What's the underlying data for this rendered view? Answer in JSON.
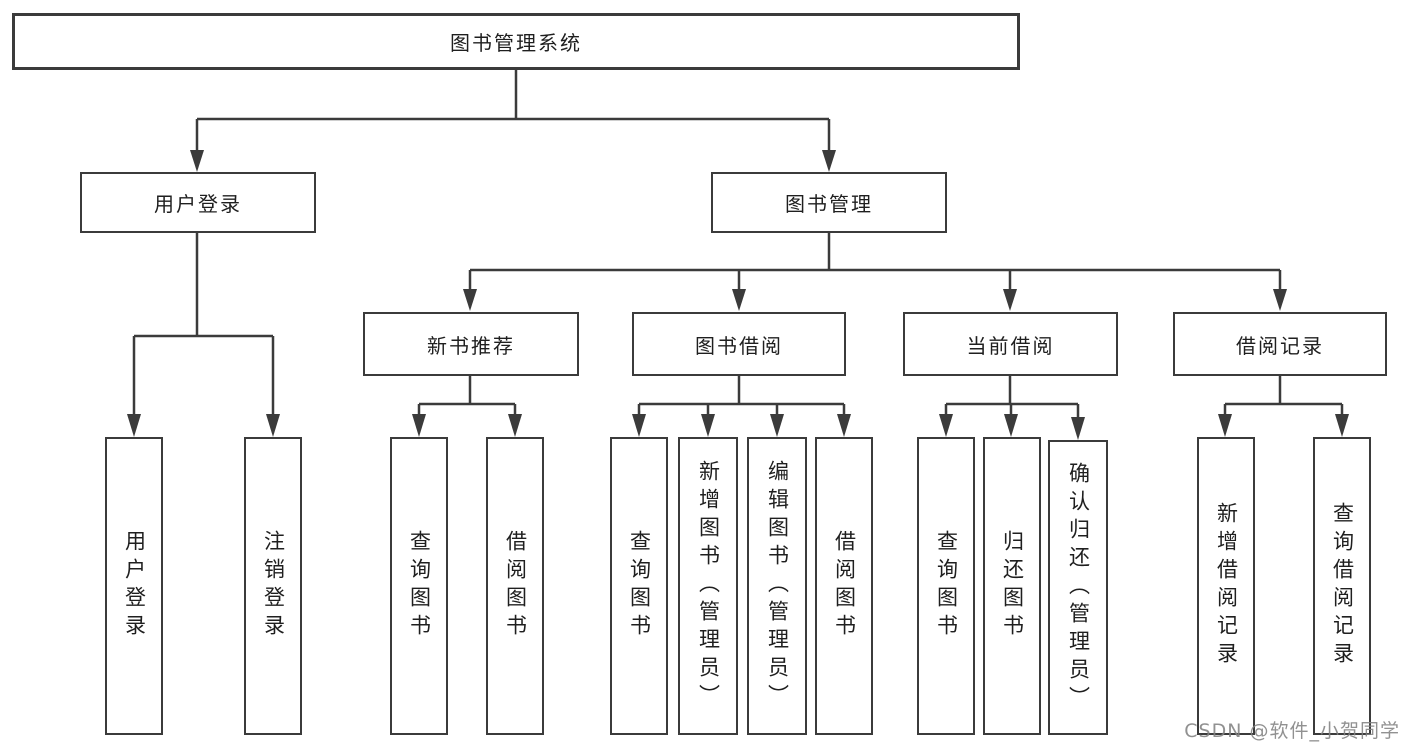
{
  "diagram": {
    "root": {
      "label": "图书管理系统"
    },
    "level2": [
      {
        "label": "用户登录"
      },
      {
        "label": "图书管理"
      }
    ],
    "level3": [
      {
        "label": "新书推荐"
      },
      {
        "label": "图书借阅"
      },
      {
        "label": "当前借阅"
      },
      {
        "label": "借阅记录"
      }
    ],
    "leaves": {
      "user_login": [
        "用户登录",
        "注销登录"
      ],
      "new_book": [
        "查询图书",
        "借阅图书"
      ],
      "book_borrow": [
        "查询图书",
        "新增图书（管理员）",
        "编辑图书（管理员）",
        "借阅图书"
      ],
      "current_borrow": [
        "查询图书",
        "归还图书",
        "确认归还（管理员）"
      ],
      "borrow_record": [
        "新增借阅记录",
        "查询借阅记录"
      ]
    },
    "watermark": "CSDN @软件_小贺同学",
    "colors": {
      "line": "#3b3b3b",
      "text": "#1f1f1f",
      "watermark": "#8f8f8f"
    }
  }
}
